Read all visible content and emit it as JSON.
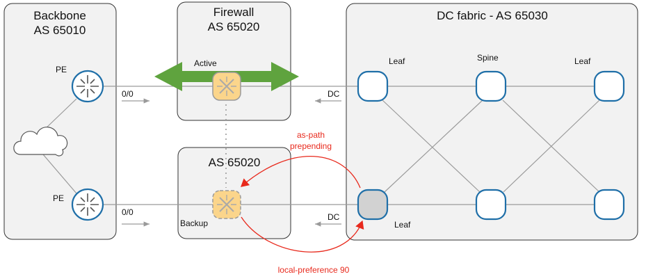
{
  "zones": {
    "backbone": {
      "title1": "Backbone",
      "title2": "AS 65010"
    },
    "firewall": {
      "title1": "Firewall",
      "title2": "AS 65020"
    },
    "backup_as": {
      "title": "AS 65020"
    },
    "dc": {
      "title": "DC fabric - AS 65030"
    }
  },
  "nodes": {
    "pe_top": "PE",
    "pe_bottom": "PE",
    "fw_active": "Active",
    "fw_backup": "Backup",
    "leaf_top_left": "Leaf",
    "spine": "Spine",
    "leaf_top_right": "Leaf",
    "leaf_bottom_left": "Leaf"
  },
  "routes": {
    "default_top": "0/0",
    "default_bottom": "0/0",
    "dc_top": "DC",
    "dc_bottom": "DC"
  },
  "annotations": {
    "as_path_1": "as-path",
    "as_path_2": "prepending",
    "local_pref": "local-preference 90"
  },
  "colors": {
    "zone_fill": "#f2f2f2",
    "router_stroke": "#1f6fa8",
    "firewall_fill": "#fbd58b",
    "active_arrow": "#5fa33e",
    "annotation": "#e8291c",
    "leaf_backup_fill": "#d2d2d2"
  }
}
